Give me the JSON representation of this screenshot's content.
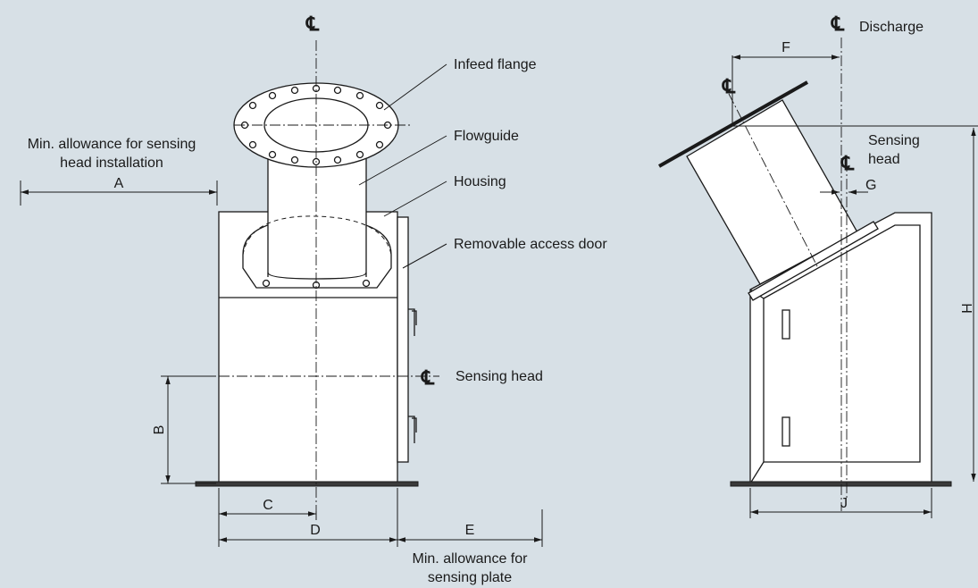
{
  "left_view": {
    "centerline_symbol": "℄",
    "callouts": {
      "infeed_flange": "Infeed flange",
      "flowguide": "Flowguide",
      "housing": "Housing",
      "removable_access_door": "Removable access door",
      "sensing_head": "Sensing head"
    },
    "min_allowance_sensing_head": [
      "Min. allowance for sensing",
      "head installation"
    ],
    "min_allowance_sensing_plate": [
      "Min. allowance for",
      "sensing plate"
    ],
    "dimensions": {
      "A": "A",
      "B": "B",
      "C": "C",
      "D": "D",
      "E": "E"
    }
  },
  "right_view": {
    "discharge": "Discharge",
    "sensing_head": [
      "Sensing",
      "head"
    ],
    "dimensions": {
      "F": "F",
      "G": "G",
      "H": "H",
      "J": "J"
    }
  },
  "colors": {
    "background": "#d7e0e6",
    "line": "#1a1a1a",
    "fill": "#ffffff"
  }
}
